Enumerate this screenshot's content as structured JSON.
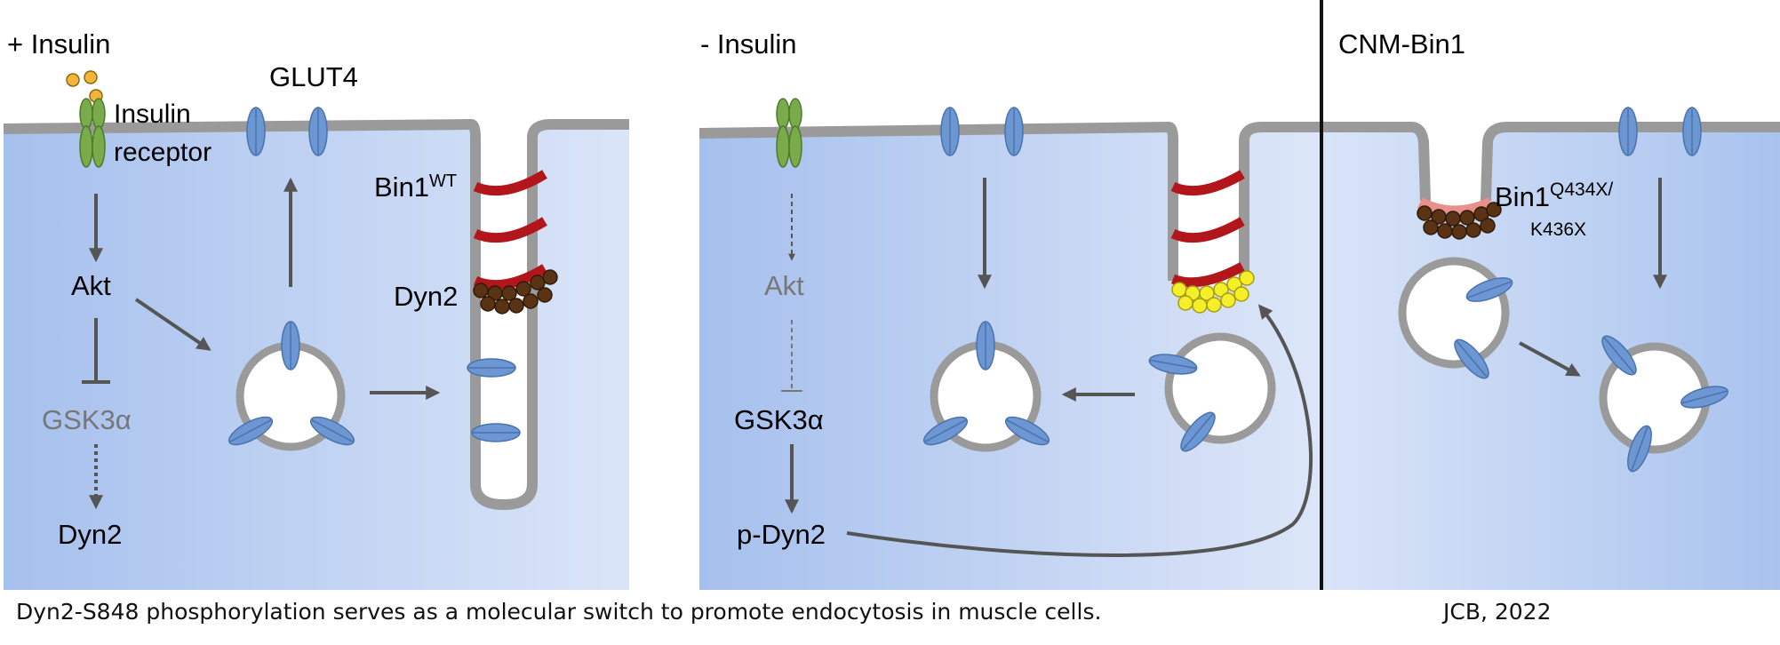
{
  "panels": {
    "plus_insulin": {
      "title": "+ Insulin",
      "insulin_receptor_label_1": "Insulin",
      "insulin_receptor_label_2": "receptor",
      "glut4_label": "GLUT4",
      "bin1_label": "Bin1",
      "bin1_sup": "WT",
      "dyn2_tubule_label": "Dyn2",
      "akt_label": "Akt",
      "gsk3a_label": "GSK3α",
      "dyn2_label": "Dyn2"
    },
    "minus_insulin": {
      "title": "- Insulin",
      "akt_label": "Akt",
      "gsk3a_label": "GSK3α",
      "pdyn2_label": "p-Dyn2"
    },
    "cnm_bin1": {
      "title": "CNM-Bin1",
      "bin1_label": "Bin1",
      "bin1_sup": "Q434X/",
      "bin1_mut_line2": "K436X"
    }
  },
  "caption": "Dyn2-S848 phosphorylation serves as a molecular switch to promote endocytosis in muscle cells.",
  "citation": "JCB, 2022",
  "colors": {
    "cell_dark": "#a9c3ee",
    "cell_light": "#dde6f8",
    "membrane": "#9a9a9a",
    "glut4": "#6d97d2",
    "receptor": "#7aab4a",
    "insulin": "#f2b53a",
    "bin1_wt": "#b3161a",
    "bin1_mutant": "#e8908c",
    "dyn2": "#5a3315",
    "p_dyn2": "#f5ef2a",
    "arrow": "#555555",
    "inhibited_text": "#777777"
  },
  "icons": [
    "glut4-transporter-icon",
    "insulin-receptor-icon",
    "insulin-molecule-icon",
    "bin1-ring-icon",
    "dyn2-bead-icon",
    "vesicle-icon",
    "arrow-icon",
    "inhibition-icon"
  ]
}
